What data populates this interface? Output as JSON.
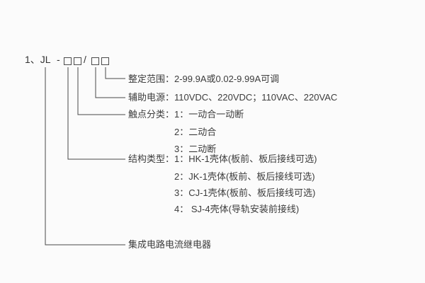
{
  "model": {
    "prefix": "1、JL",
    "dash": "-",
    "slash": "/"
  },
  "branches": {
    "setting_range": "整定范围：2-99.9A或0.02-9.99A可调",
    "aux_power": "辅助电源：110VDC、220VDC；110VAC、220VAC",
    "contact_class": "触点分类：1：一动合一动断",
    "contact_class_items": [
      "2：二动合",
      "3：二动断"
    ],
    "structure_type": "结构类型：1：HK-1壳体(板前、板后接线可选)",
    "structure_type_items": [
      "2：JK-1壳体(板前、板后接线可选)",
      "3：CJ-1壳体(板前、板后接线可选)",
      "4： SJ-4壳体(导轨安装前接线)"
    ],
    "product_name": "集成电路电流继电器"
  },
  "colors": {
    "line": "#4a4a4a",
    "text": "#3c3c3c",
    "background": "#fbfbfb"
  }
}
